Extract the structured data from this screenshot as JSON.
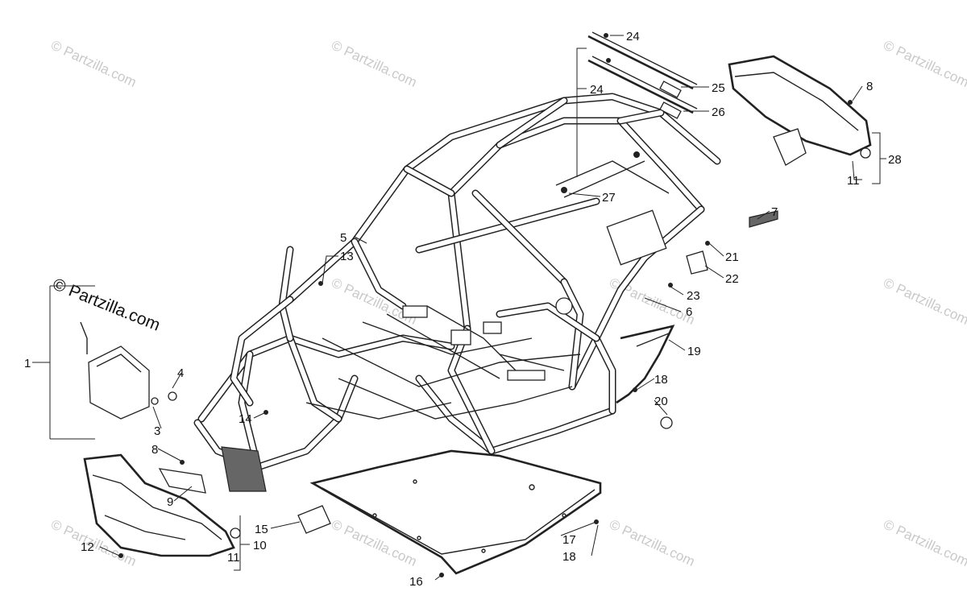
{
  "watermark": {
    "text": "© Partzilla.com",
    "prominent_text": "© Partzilla.com"
  },
  "callouts": [
    {
      "id": "c1",
      "label": "1"
    },
    {
      "id": "c3",
      "label": "3"
    },
    {
      "id": "c4",
      "label": "4"
    },
    {
      "id": "c5",
      "label": "5"
    },
    {
      "id": "c6",
      "label": "6"
    },
    {
      "id": "c7",
      "label": "7"
    },
    {
      "id": "c8a",
      "label": "8"
    },
    {
      "id": "c8b",
      "label": "8"
    },
    {
      "id": "c9",
      "label": "9"
    },
    {
      "id": "c10",
      "label": "10"
    },
    {
      "id": "c11a",
      "label": "11"
    },
    {
      "id": "c11b",
      "label": "11"
    },
    {
      "id": "c12",
      "label": "12"
    },
    {
      "id": "c13",
      "label": "13"
    },
    {
      "id": "c14",
      "label": "14"
    },
    {
      "id": "c15",
      "label": "15"
    },
    {
      "id": "c16",
      "label": "16"
    },
    {
      "id": "c17",
      "label": "17"
    },
    {
      "id": "c18a",
      "label": "18"
    },
    {
      "id": "c18b",
      "label": "18"
    },
    {
      "id": "c19",
      "label": "19"
    },
    {
      "id": "c20",
      "label": "20"
    },
    {
      "id": "c21",
      "label": "21"
    },
    {
      "id": "c22",
      "label": "22"
    },
    {
      "id": "c23",
      "label": "23"
    },
    {
      "id": "c24a",
      "label": "24"
    },
    {
      "id": "c24b",
      "label": "24"
    },
    {
      "id": "c25",
      "label": "25"
    },
    {
      "id": "c26",
      "label": "26"
    },
    {
      "id": "c27",
      "label": "27"
    },
    {
      "id": "c28",
      "label": "28"
    }
  ]
}
